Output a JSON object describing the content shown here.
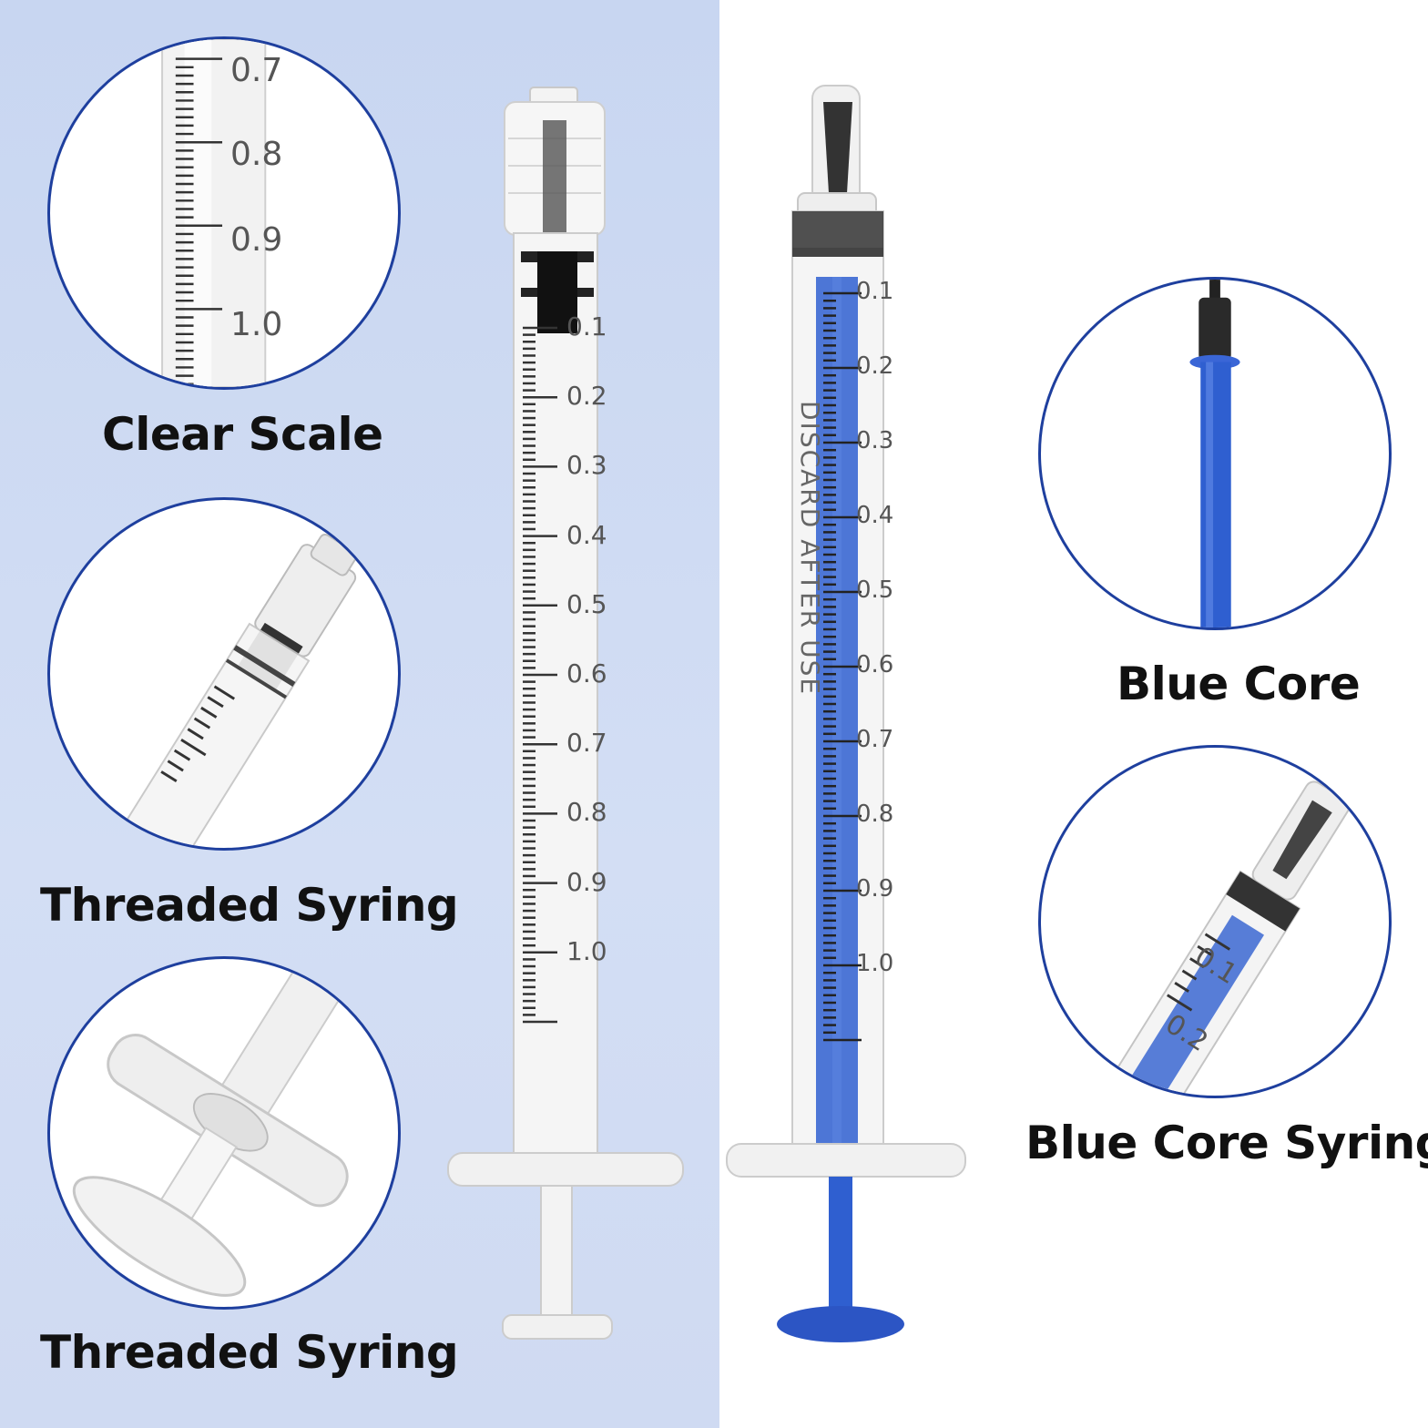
{
  "colors": {
    "left_bg": "#cdd9f3",
    "circle_border": "#1e3f9e",
    "blue_core": "#2f5fd0",
    "caption_text": "#111111"
  },
  "captions": {
    "clear_scale": "Clear Scale",
    "threaded_1": "Threaded Syring",
    "threaded_2": "Threaded Syring",
    "blue_core": "Blue Core",
    "blue_core_syringe": "Blue Core Syringe"
  },
  "scale_labels": [
    "0.1",
    "0.2",
    "0.3",
    "0.4",
    "0.5",
    "0.6",
    "0.7",
    "0.8",
    "0.9",
    "1.0"
  ],
  "zoom_scale_labels": [
    "0.7",
    "0.8",
    "0.9",
    "1.0"
  ],
  "zoom_detail_labels": [
    "0.1",
    "0.2"
  ],
  "barrel_text": "DISCARD AFTER USE"
}
